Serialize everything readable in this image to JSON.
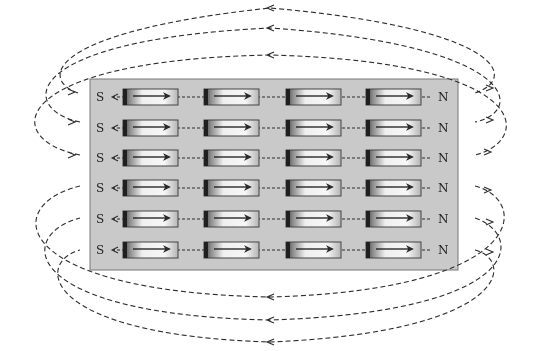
{
  "figure": {
    "description_free": true,
    "pole_labels": {
      "south": "S",
      "north": "N"
    },
    "grid": {
      "rows": 6,
      "columns": 4
    },
    "colors": {
      "block_fill": "#c9c9c9",
      "block_border": "#777777",
      "magnet_light": "#f4f4f4",
      "magnet_dark": "#555555",
      "line": "#2a2a2a"
    }
  }
}
